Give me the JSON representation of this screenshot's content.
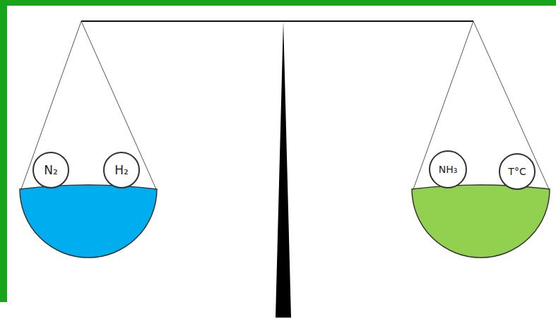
{
  "diagram": {
    "nodes": [
      {
        "text": [
          "N₂"
        ]
      },
      {
        "text": [
          "H₂"
        ]
      },
      {
        "text": [
          "NH₃"
        ]
      },
      {
        "text": [
          "T°C"
        ]
      }
    ]
  }
}
